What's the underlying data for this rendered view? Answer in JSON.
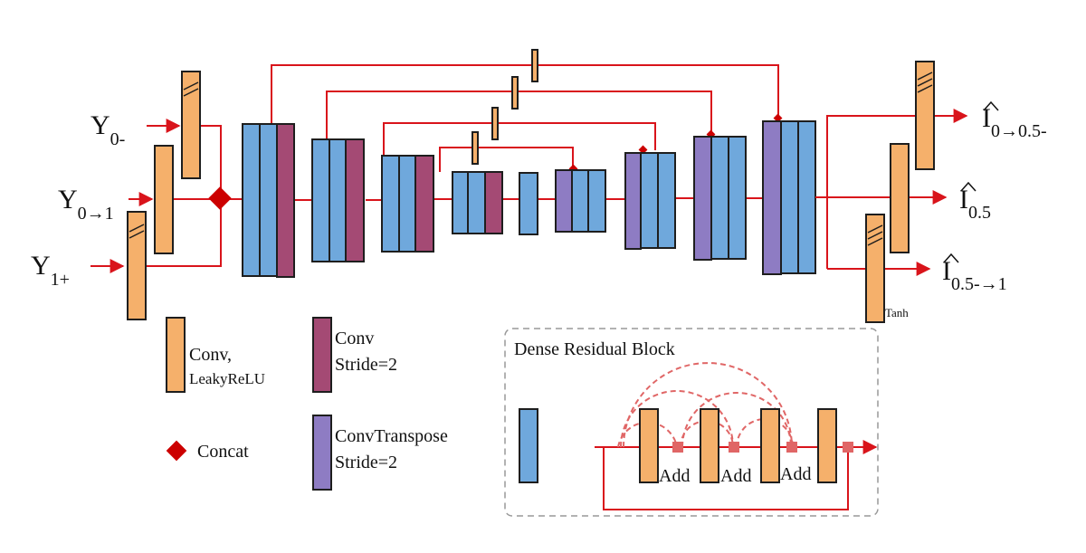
{
  "colors": {
    "conv_leaky": "#f5b06b",
    "conv_block": "#6fa8dc",
    "conv_stride": "#a44a74",
    "conv_transpose": "#8e7cc3",
    "wire": "#d9141b",
    "dense_wire": "#e06666",
    "concat": "#cc0000",
    "dashed_border": "#999999"
  },
  "inputs": [
    {
      "base": "Y",
      "sub": "0-"
    },
    {
      "base": "Y",
      "sub": "0→1"
    },
    {
      "base": "Y",
      "sub": "1+"
    }
  ],
  "outputs": [
    {
      "base": "I",
      "sub": "0→0.5-"
    },
    {
      "base": "I",
      "sub": "0.5"
    },
    {
      "base": "I",
      "sub": "0.5-→1"
    }
  ],
  "tanh_label": "Tanh",
  "legend": {
    "conv_leaky": {
      "line1": "Conv,",
      "line2": "LeakyReLU"
    },
    "conv_stride": {
      "line1": "Conv",
      "line2": "Stride=2"
    },
    "concat": "Concat",
    "conv_transpose": {
      "line1": "ConvTranspose",
      "line2": "Stride=2"
    }
  },
  "dense_block": {
    "title": "Dense Residual Block",
    "add_labels": [
      "Add",
      "Add",
      "Add"
    ]
  }
}
